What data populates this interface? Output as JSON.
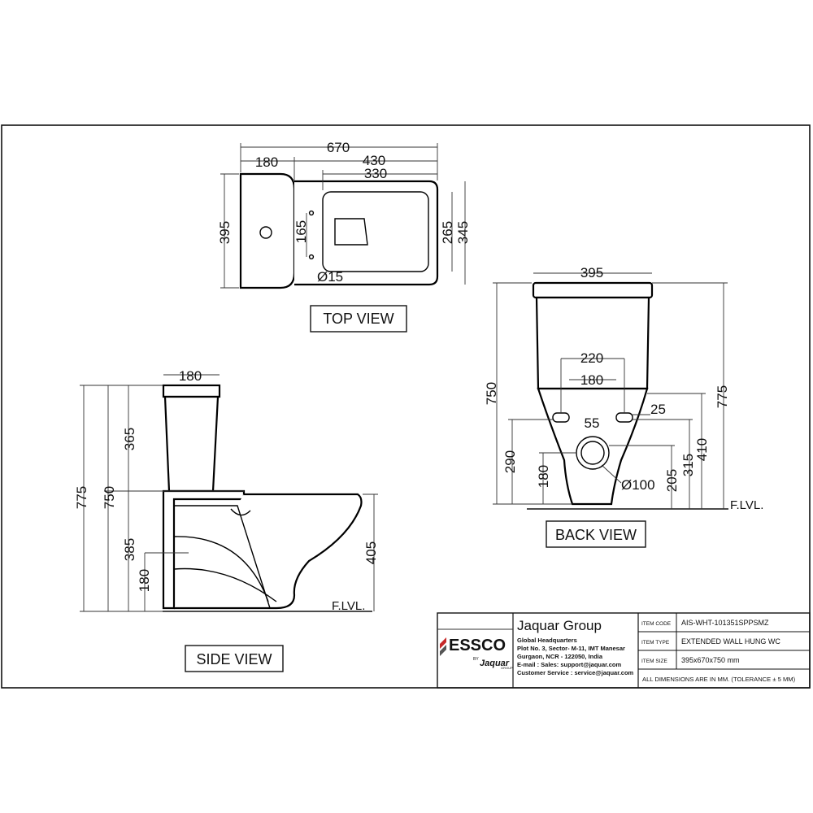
{
  "views": {
    "top": {
      "label": "TOP VIEW",
      "dims": {
        "overall_length": "670",
        "tank_depth": "180",
        "bowl_length": "430",
        "seat_length": "330",
        "overall_width": "395",
        "fixing_spacing": "165",
        "seat_width": "265",
        "bowl_width": "345",
        "hole_diameter": "Ø15"
      }
    },
    "side": {
      "label": "SIDE VIEW",
      "floor_label": "F.LVL.",
      "dims": {
        "tank_depth": "180",
        "overall_height": "775",
        "tank_top_height": "750",
        "tank_height": "365",
        "rim_height": "385",
        "outlet_height": "180",
        "bowl_height": "405"
      }
    },
    "back": {
      "label": "BACK VIEW",
      "floor_label": "F.LVL.",
      "dims": {
        "tank_width": "395",
        "fixing_outer": "220",
        "fixing_inner": "180",
        "slot_height": "25",
        "slot_width": "55",
        "tank_top_height": "750",
        "overall_height": "775",
        "slot_center_height": "290",
        "outlet_height": "180",
        "outlet_diameter": "Ø100",
        "outlet_top": "205",
        "slot_bottom": "315",
        "slot_top": "410"
      }
    }
  },
  "title_block": {
    "brand_logo": "ESSCO",
    "logo_by": "BY",
    "logo_sub": "Jaquar",
    "logo_group": "GROUP",
    "company": "Jaquar Group",
    "address_lines": [
      "Global Headquarters",
      "Plot No. 3, Sector- M-11, IMT Manesar",
      "Gurgaon, NCR - 122050, India",
      "E-mail :  Sales:  support@jaquar.com",
      "Customer Service :  service@jaquar.com"
    ],
    "rows": [
      {
        "key": "ITEM CODE",
        "value": "AIS-WHT-101351SPPSMZ"
      },
      {
        "key": "ITEM TYPE",
        "value": "EXTENDED WALL HUNG WC"
      },
      {
        "key": "ITEM SIZE",
        "value": "395x670x750  mm"
      }
    ],
    "note": "ALL DIMENSIONS ARE IN MM. (TOLERANCE ± 5 MM)"
  }
}
